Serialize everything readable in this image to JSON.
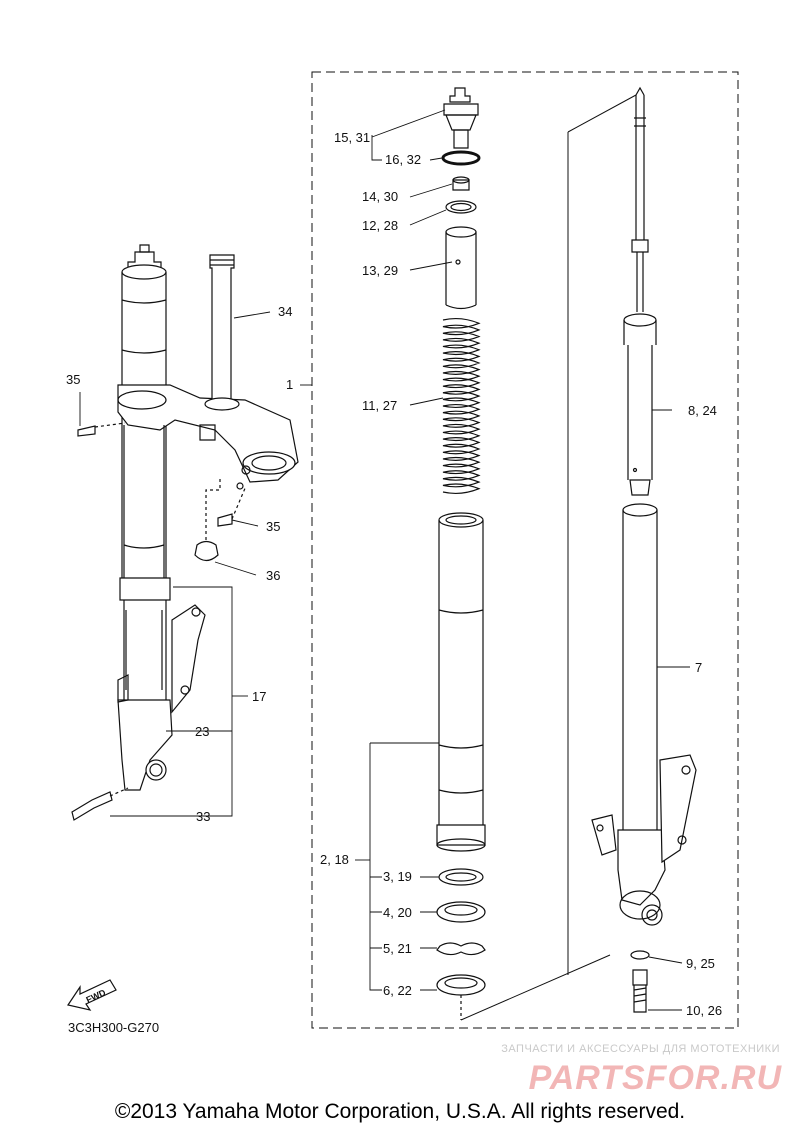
{
  "diagram_code": "3C3H300-G270",
  "fwd_label": "FWD",
  "copyright": "©2013 Yamaha Motor Corporation, U.S.A. All rights reserved.",
  "watermark": {
    "tagline": "ЗАПЧАСТИ И АКСЕССУАРЫ ДЛЯ МОТОТЕХНИКИ",
    "logo_text": "PARTSFOR.RU",
    "color": "#f2b6b6"
  },
  "callouts": [
    {
      "id": "c-15-31",
      "text": "15, 31"
    },
    {
      "id": "c-16-32",
      "text": "16, 32"
    },
    {
      "id": "c-14-30",
      "text": "14, 30"
    },
    {
      "id": "c-12-28",
      "text": "12, 28"
    },
    {
      "id": "c-13-29",
      "text": "13, 29"
    },
    {
      "id": "c-34",
      "text": "34"
    },
    {
      "id": "c-1",
      "text": "1"
    },
    {
      "id": "c-35a",
      "text": "35"
    },
    {
      "id": "c-11-27",
      "text": "11, 27"
    },
    {
      "id": "c-8-24",
      "text": "8, 24"
    },
    {
      "id": "c-35b",
      "text": "35"
    },
    {
      "id": "c-36",
      "text": "36"
    },
    {
      "id": "c-17",
      "text": "17"
    },
    {
      "id": "c-7",
      "text": "7"
    },
    {
      "id": "c-23",
      "text": "23"
    },
    {
      "id": "c-33",
      "text": "33"
    },
    {
      "id": "c-2-18",
      "text": "2, 18"
    },
    {
      "id": "c-3-19",
      "text": "3, 19"
    },
    {
      "id": "c-4-20",
      "text": "4, 20"
    },
    {
      "id": "c-5-21",
      "text": "5, 21"
    },
    {
      "id": "c-9-25",
      "text": "9, 25"
    },
    {
      "id": "c-6-22",
      "text": "6, 22"
    },
    {
      "id": "c-10-26",
      "text": "10, 26"
    }
  ]
}
